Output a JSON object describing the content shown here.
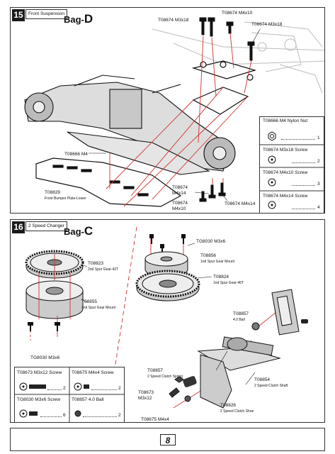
{
  "step15": {
    "number": "15",
    "title": "Front Suspension",
    "bag": {
      "prefix": "Bag-",
      "letter": "D"
    },
    "callouts": {
      "t8674_m4x10_top": "T08674 M4x10",
      "t8674_m3x18_left": "T08674 M3x18",
      "t8674_m3x18_right": "T08674 M3x18",
      "t8666_m4": "T08666 M4",
      "t8829_code": "T08829",
      "t8829_desc": "Front Bumper Plate-Lower",
      "t8674_m4x14_a1": "T08674",
      "t8674_m4x14_a2": "M4x14",
      "t8674_m4x10_b1": "T08674",
      "t8674_m4x10_b2": "M4x10",
      "t8674_m4x14_c": "T08674 M4x14"
    },
    "inventory": [
      {
        "name": "T08666  M4 Nylon Nut",
        "qty": "1"
      },
      {
        "name": "T08674   M3x18 Screw",
        "qty": "2"
      },
      {
        "name": "T08674   M4x10 Screw",
        "qty": "3"
      },
      {
        "name": "T08674   M4x14 Screw",
        "qty": "4"
      }
    ]
  },
  "step16": {
    "number": "16",
    "title": "2 Speed Changer",
    "bag": {
      "prefix": "Bag-",
      "letter": "C"
    },
    "callouts": {
      "t8823_code": "T08823",
      "t8823_desc": "2nd Spur Gear-42T",
      "t8855_code": "T08855",
      "t8855_desc": "2nd Spur Gear Mount",
      "tg8030_bottom": "TG8030 M3x6",
      "tg8030_top": "TG8030 M3x6",
      "t8856_code": "T08856",
      "t8856_desc": "1nd Spur Gear Mount",
      "t8824_code": "T08824",
      "t8824_desc": "1nd Spur Gear-46T",
      "t8857_code_r": "T08857",
      "t8857_desc_r": "4.0 Ball",
      "t8857_code_l": "T08857",
      "t8857_desc_l": "2 Speed Clutch Spring",
      "t8673_code": "T08673",
      "t8673_size": "M3x12",
      "t8854_code": "T08854",
      "t8854_desc": "2 Speed Clutch Shaft",
      "t8826_code": "T08826",
      "t8826_desc": "2 Speed Clutch Shoe",
      "t8675_bottom": "T08675 M4x4"
    },
    "inventory": [
      {
        "name": "T08673 M3x12 Screw",
        "qty": "2"
      },
      {
        "name": "T08675  M4x4 Screw",
        "qty": "2"
      },
      {
        "name": "TG8030 M3x6 Screw",
        "qty": "6"
      },
      {
        "name": "T08857 4.0 Ball",
        "qty": "2"
      }
    ]
  },
  "page": {
    "number": "8"
  }
}
